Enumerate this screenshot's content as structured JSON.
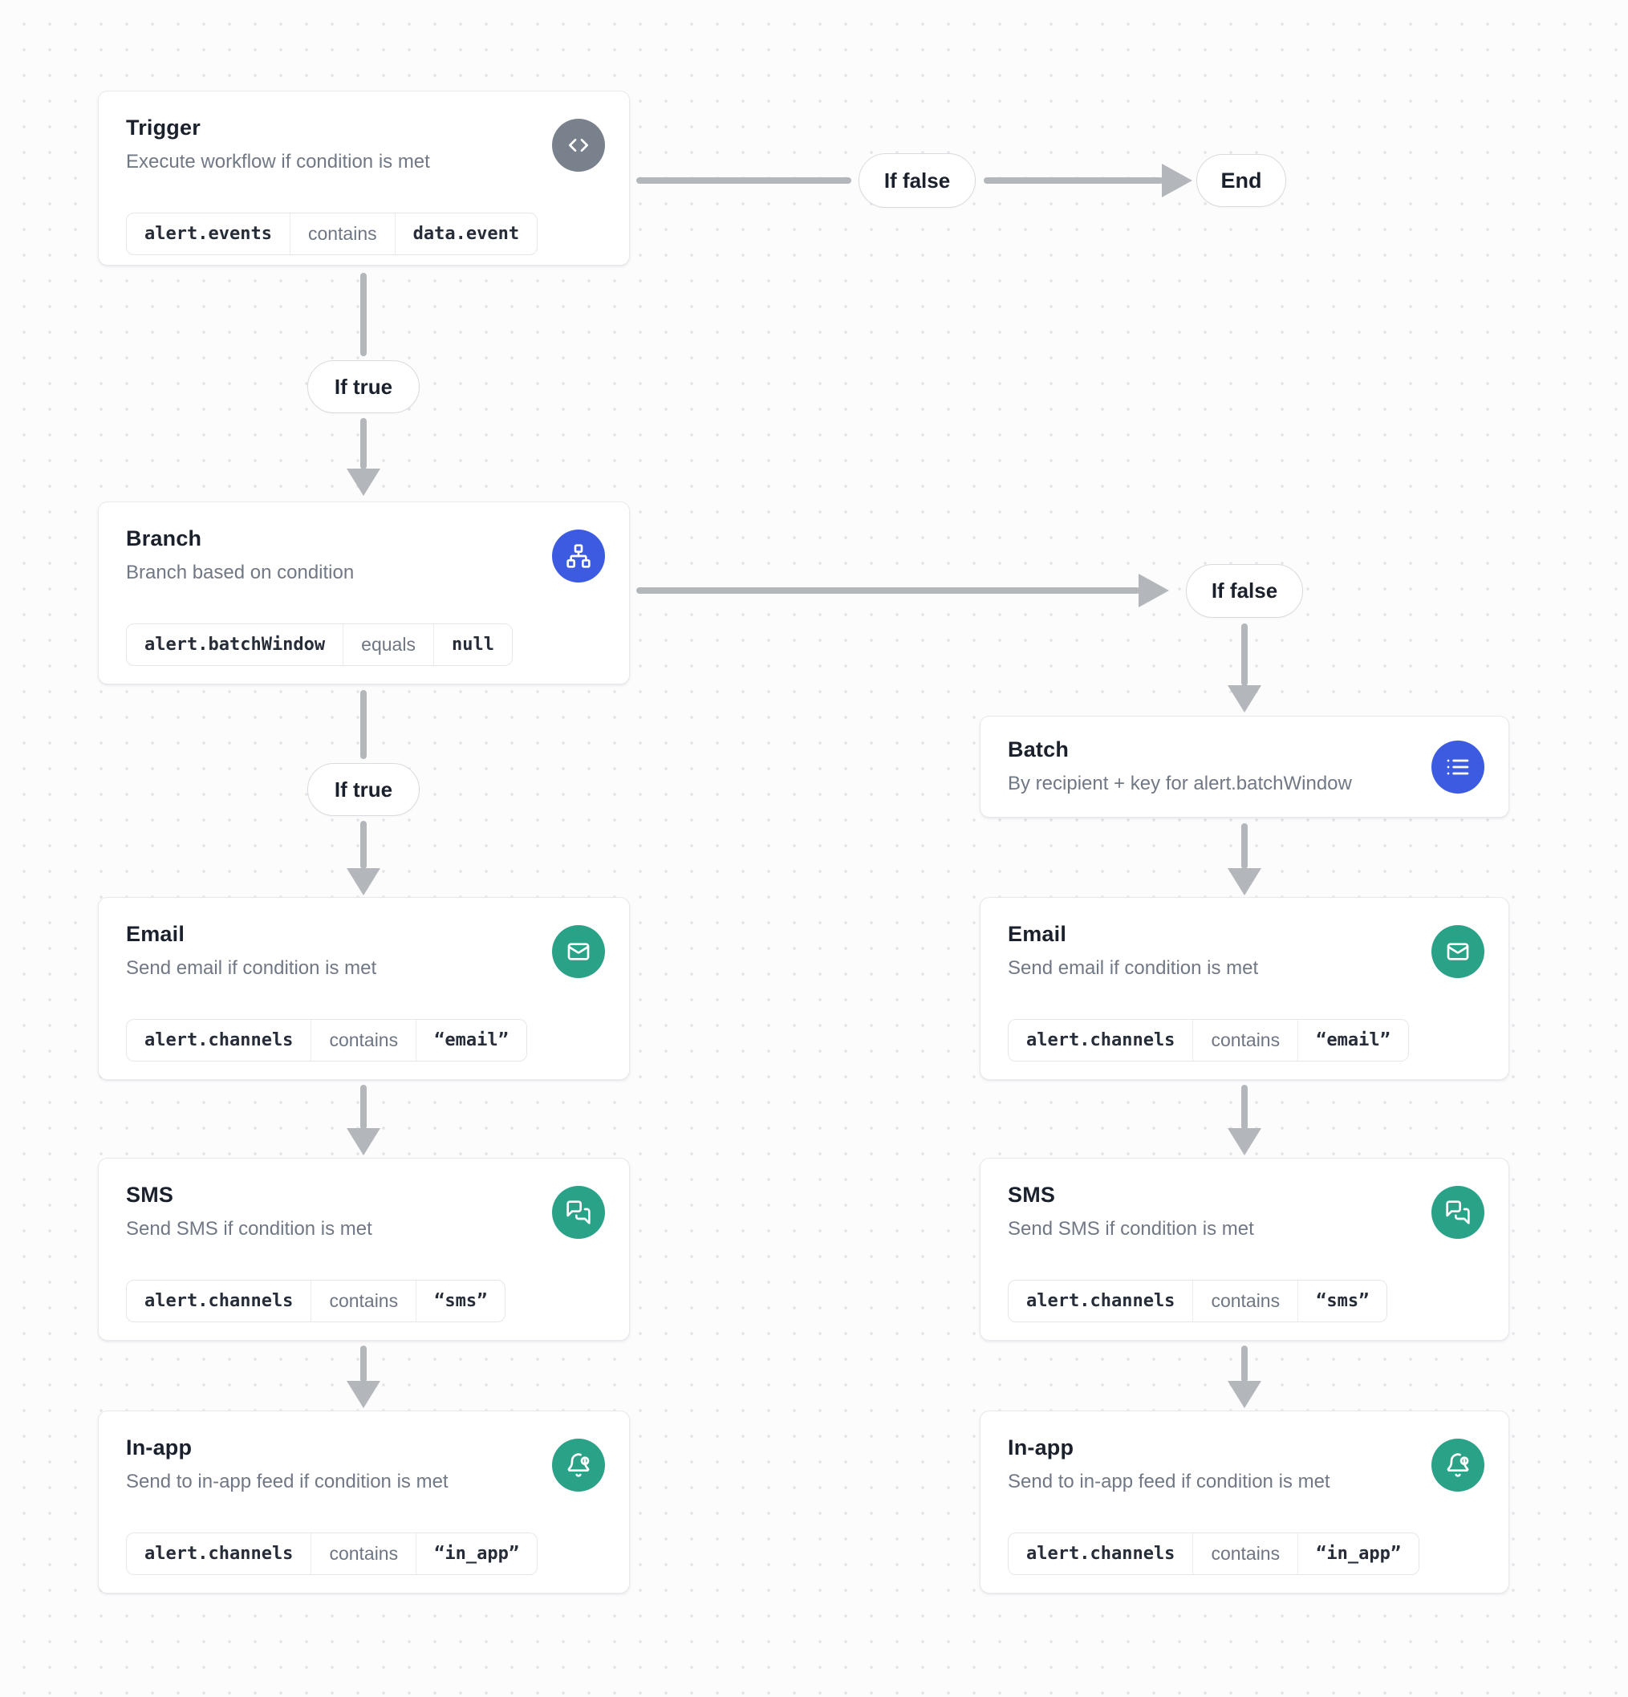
{
  "colors": {
    "canvas_bg": "#fcfcfd",
    "dot_grid": "#e3e5e8",
    "card_bg": "#ffffff",
    "card_border": "#e7e9ec",
    "arrow": "#b3b7bc",
    "trigger_icon_bg": "#79818c",
    "branch_icon_bg": "#3d5be0",
    "batch_icon_bg": "#3d5be0",
    "channel_icon_bg": "#2aa287",
    "title_text": "#1b212c",
    "subtitle_text": "#717885",
    "code_text": "#262d38"
  },
  "edges": {
    "if_true": "If true",
    "if_false": "If false",
    "end": "End"
  },
  "cards": {
    "trigger": {
      "title": "Trigger",
      "subtitle": "Execute workflow if condition is met",
      "icon": "code-icon",
      "condition": {
        "left": "alert.events",
        "op": "contains",
        "right": "data.event"
      }
    },
    "branch": {
      "title": "Branch",
      "subtitle": "Branch based on condition",
      "icon": "sitemap-icon",
      "condition": {
        "left": "alert.batchWindow",
        "op": "equals",
        "right": "null"
      }
    },
    "batch": {
      "title": "Batch",
      "subtitle": "By recipient + key for alert.batchWindow",
      "icon": "list-icon"
    },
    "email_left": {
      "title": "Email",
      "subtitle": "Send email if condition is met",
      "icon": "mail-icon",
      "condition": {
        "left": "alert.channels",
        "op": "contains",
        "right": "“email”"
      }
    },
    "sms_left": {
      "title": "SMS",
      "subtitle": "Send SMS if condition is met",
      "icon": "chat-bubbles-icon",
      "condition": {
        "left": "alert.channels",
        "op": "contains",
        "right": "“sms”"
      }
    },
    "inapp_left": {
      "title": "In-app",
      "subtitle": "Send to in-app feed if condition is met",
      "icon": "bell-dot-icon",
      "condition": {
        "left": "alert.channels",
        "op": "contains",
        "right": "“in_app”"
      }
    },
    "email_right": {
      "title": "Email",
      "subtitle": "Send email if condition is met",
      "icon": "mail-icon",
      "condition": {
        "left": "alert.channels",
        "op": "contains",
        "right": "“email”"
      }
    },
    "sms_right": {
      "title": "SMS",
      "subtitle": "Send SMS if condition is met",
      "icon": "chat-bubbles-icon",
      "condition": {
        "left": "alert.channels",
        "op": "contains",
        "right": "“sms”"
      }
    },
    "inapp_right": {
      "title": "In-app",
      "subtitle": "Send to in-app feed if condition is met",
      "icon": "bell-dot-icon",
      "condition": {
        "left": "alert.channels",
        "op": "contains",
        "right": "“in_app”"
      }
    }
  }
}
